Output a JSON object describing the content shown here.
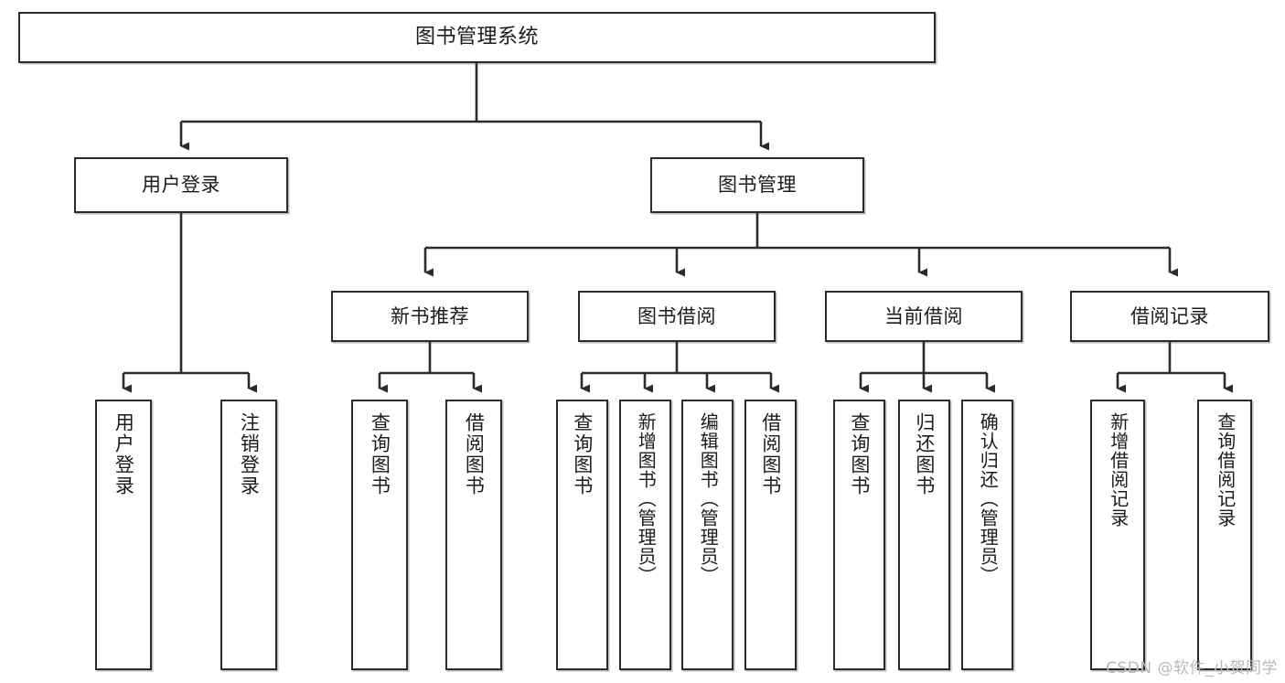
{
  "diagram": {
    "type": "hierarchy-tree",
    "title_node": "图书管理系统",
    "watermark": "CSDN @软件_小贺同学",
    "colors": {
      "border": "#2b2b2b",
      "background": "#ffffff",
      "text": "#1b1b1b",
      "watermark": "#b9b9b9"
    },
    "levels": {
      "level1": [
        {
          "id": "root",
          "label": "图书管理系统"
        }
      ],
      "level2": [
        {
          "id": "user-login",
          "label": "用户登录"
        },
        {
          "id": "book-manage",
          "label": "图书管理"
        }
      ],
      "level3": [
        {
          "id": "new-book-rec",
          "label": "新书推荐"
        },
        {
          "id": "book-borrow",
          "label": "图书借阅"
        },
        {
          "id": "current-borrow",
          "label": "当前借阅"
        },
        {
          "id": "borrow-record",
          "label": "借阅记录"
        }
      ],
      "level4": [
        {
          "id": "leaf-user-login",
          "label": "用户登录",
          "parent": "user-login"
        },
        {
          "id": "leaf-logout",
          "label": "注销登录",
          "parent": "user-login"
        },
        {
          "id": "leaf-query-book-1",
          "label": "查询图书",
          "parent": "new-book-rec"
        },
        {
          "id": "leaf-borrow-book-1",
          "label": "借阅图书",
          "parent": "new-book-rec"
        },
        {
          "id": "leaf-query-book-2",
          "label": "查询图书",
          "parent": "book-borrow"
        },
        {
          "id": "leaf-add-book",
          "label": "新增图书（管理员）",
          "parent": "book-borrow"
        },
        {
          "id": "leaf-edit-book",
          "label": "编辑图书（管理员）",
          "parent": "book-borrow"
        },
        {
          "id": "leaf-borrow-book-2",
          "label": "借阅图书",
          "parent": "book-borrow"
        },
        {
          "id": "leaf-query-book-3",
          "label": "查询图书",
          "parent": "current-borrow"
        },
        {
          "id": "leaf-return-book",
          "label": "归还图书",
          "parent": "current-borrow"
        },
        {
          "id": "leaf-confirm-return",
          "label": "确认归还（管理员）",
          "parent": "current-borrow"
        },
        {
          "id": "leaf-add-record",
          "label": "新增借阅记录",
          "parent": "borrow-record"
        },
        {
          "id": "leaf-query-record",
          "label": "查询借阅记录",
          "parent": "borrow-record"
        }
      ]
    }
  }
}
